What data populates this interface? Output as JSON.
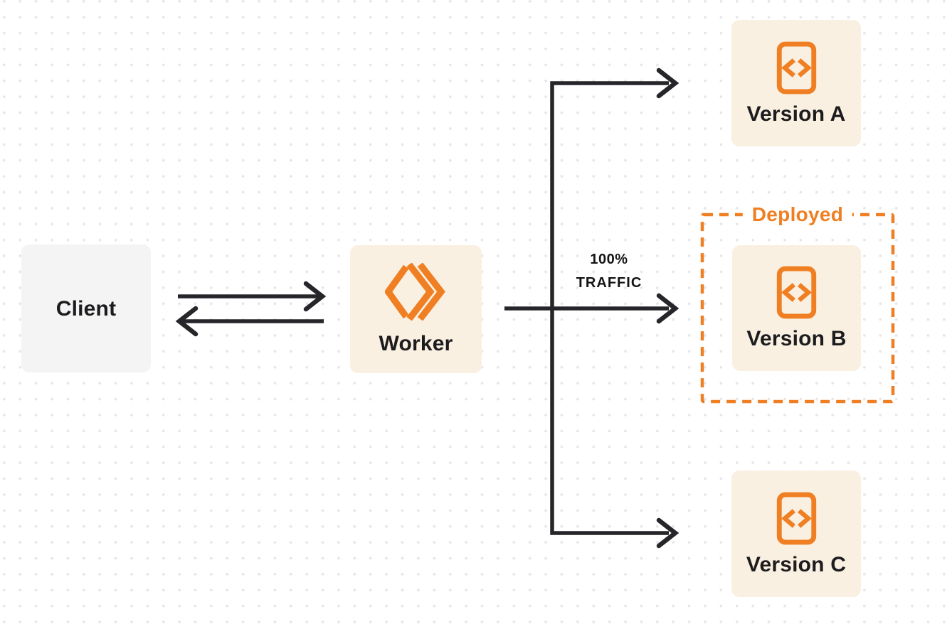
{
  "diagram": {
    "title": "worker-traffic-routing-diagram",
    "type": "flow-diagram"
  },
  "colors": {
    "orange": "#EF7F22",
    "cream": "#FAF0E2",
    "gray_card": "#F4F4F5",
    "line": "#26262A",
    "text": "#1C1C1E",
    "dot": "#E6E6E8",
    "page_bg": "#FFFFFF"
  },
  "nodes": {
    "client": {
      "label": "Client"
    },
    "worker": {
      "label": "Worker",
      "icon": "workers-logo-icon"
    },
    "version_a": {
      "label": "Version A",
      "icon": "code-file-icon"
    },
    "version_b": {
      "label": "Version B",
      "icon": "code-file-icon"
    },
    "version_c": {
      "label": "Version C",
      "icon": "code-file-icon"
    }
  },
  "annotations": {
    "deployed_label": "Deployed",
    "traffic_percent": "100%",
    "traffic_word": "TRAFFIC"
  },
  "edges": [
    {
      "from": "client",
      "to": "worker",
      "style": "arrow-right"
    },
    {
      "from": "worker",
      "to": "client",
      "style": "arrow-left"
    },
    {
      "from": "worker",
      "to": "version_a",
      "style": "arrow"
    },
    {
      "from": "worker",
      "to": "version_b",
      "style": "arrow",
      "label": "100% TRAFFIC"
    },
    {
      "from": "worker",
      "to": "version_c",
      "style": "arrow"
    }
  ]
}
